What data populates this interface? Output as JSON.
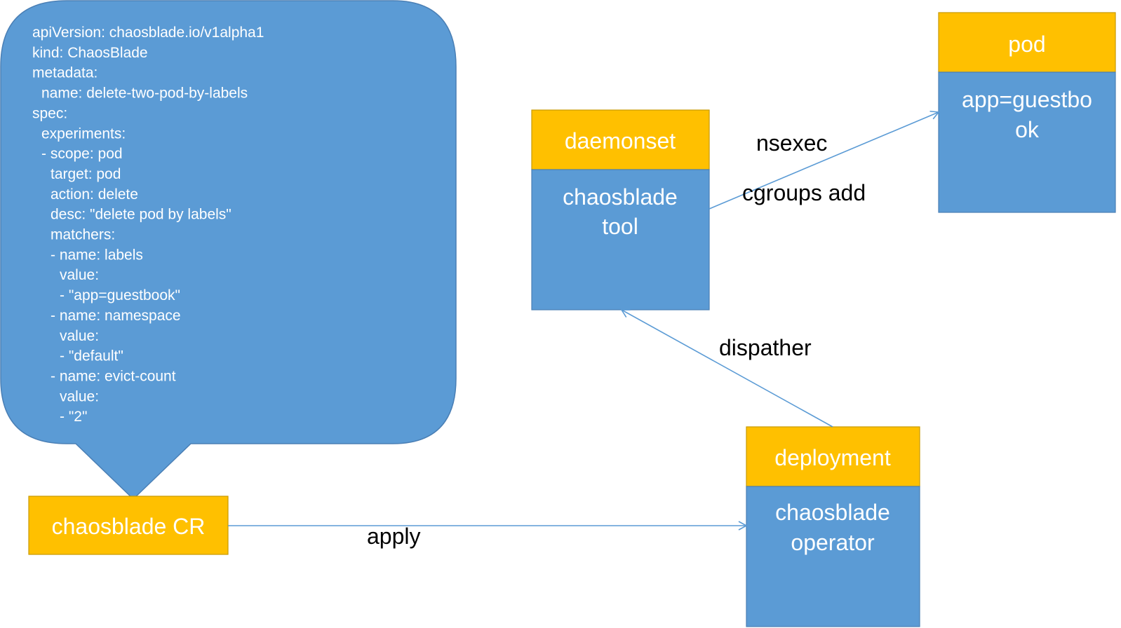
{
  "colors": {
    "header": "#FFC000",
    "body": "#5B9BD5",
    "border": "#4A7FB5",
    "arrow": "#5B9BD5"
  },
  "callout": {
    "lines": [
      "apiVersion: chaosblade.io/v1alpha1",
      "kind: ChaosBlade",
      "metadata:",
      "  name: delete-two-pod-by-labels",
      "spec:",
      "  experiments:",
      "  - scope: pod",
      "    target: pod",
      "    action: delete",
      "    desc: \"delete pod by labels\"",
      "    matchers:",
      "    - name: labels",
      "      value:",
      "      - \"app=guestbook\"",
      "    - name: namespace",
      "      value:",
      "      - \"default\"",
      "    - name: evict-count",
      "      value:",
      "      - \"2\""
    ]
  },
  "chaosblade_cr": {
    "label": "chaosblade CR"
  },
  "daemonset_box": {
    "header": "daemonset",
    "body_line1": "chaosblade",
    "body_line2": "tool"
  },
  "deployment_box": {
    "header": "deployment",
    "body_line1": "chaosblade",
    "body_line2": "operator"
  },
  "pod_box": {
    "header": "pod",
    "body_line1": "app=guestbo",
    "body_line2": "ok"
  },
  "edges": {
    "apply": "apply",
    "dispather": "dispather",
    "nsexec": "nsexec",
    "cgroups_add": "cgroups add"
  }
}
